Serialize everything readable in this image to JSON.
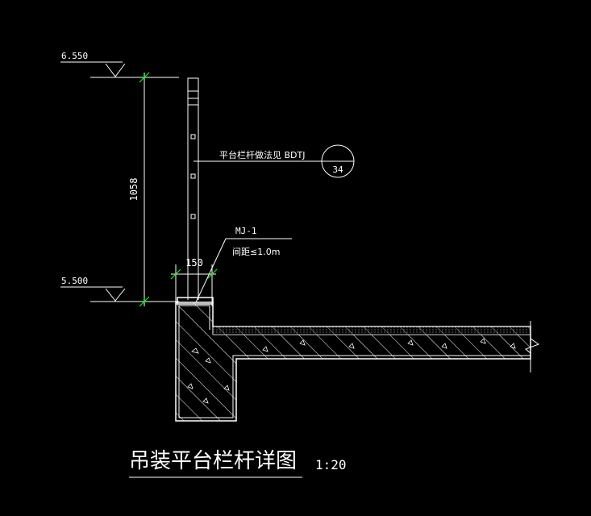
{
  "drawing": {
    "title": "吊装平台栏杆详图",
    "scale": "1:20",
    "background": "#000000",
    "line_color": "#ffffff",
    "dimension_tick_color": "#00ff00"
  },
  "levels": {
    "top": "6.550",
    "bottom": "5.500"
  },
  "dimensions": {
    "height": "1058",
    "width": "150"
  },
  "annotations": {
    "railing_note": "平台栏杆做法见 BDTJ",
    "detail_ref_number": "34",
    "embed_label": "MJ-1",
    "embed_spacing": "间距≤1.0m"
  }
}
